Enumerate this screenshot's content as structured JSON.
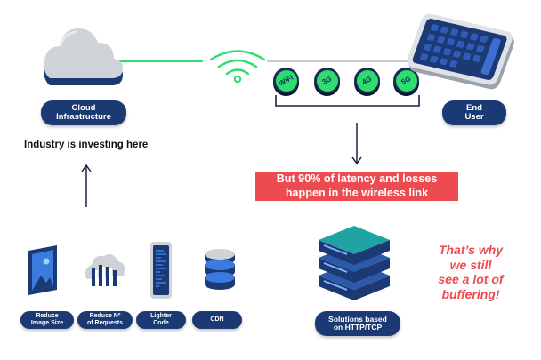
{
  "labels": {
    "cloud": [
      "Cloud",
      "Infrastructure"
    ],
    "end_user": [
      "End",
      "User"
    ],
    "investing": "Industry is investing here",
    "banner": [
      "But 90% of latency and losses",
      "happen in the wireless link"
    ],
    "quote": [
      "That’s why",
      "we still",
      "see a lot of",
      "buffering!"
    ],
    "solutions": [
      "Solutions based",
      "on HTTP/TCP"
    ],
    "reduce_image": [
      "Reduce",
      "Image Size"
    ],
    "reduce_requests": [
      "Reduce Nº",
      "of Requests"
    ],
    "lighter_code": [
      "Lighter",
      "Code"
    ],
    "cdn": "CDN"
  },
  "networks": [
    "WiFi",
    "3G",
    "4G",
    "5G"
  ],
  "colors": {
    "navy": "#1b3a73",
    "green": "#2fdc6e",
    "red": "#ee4b50",
    "cloud_gray": "#cfd3d8",
    "teal": "#1fa3a3"
  }
}
